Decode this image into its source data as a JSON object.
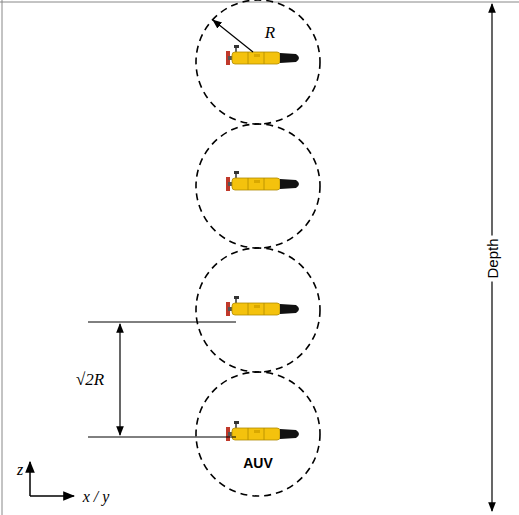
{
  "diagram": {
    "labels": [
      "R",
      "√2R",
      "Depth",
      "z",
      "x / y",
      "AUV"
    ]
  }
}
